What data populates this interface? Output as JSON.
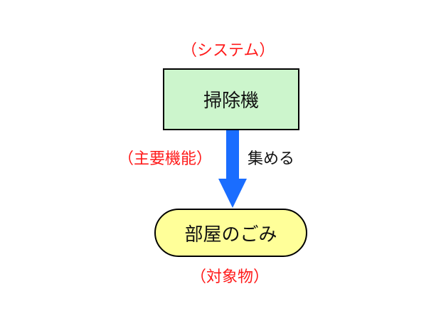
{
  "system_label": "（システム）",
  "system_box": "掃除機",
  "function_label": "（主要機能）",
  "action_label": "集める",
  "object_box": "部屋のごみ",
  "object_label": "（対象物）",
  "colors": {
    "annotation_red": "#ff1a1a",
    "system_fill": "#ccf5cc",
    "object_fill": "#ffff99",
    "arrow_blue": "#1a6dff"
  }
}
